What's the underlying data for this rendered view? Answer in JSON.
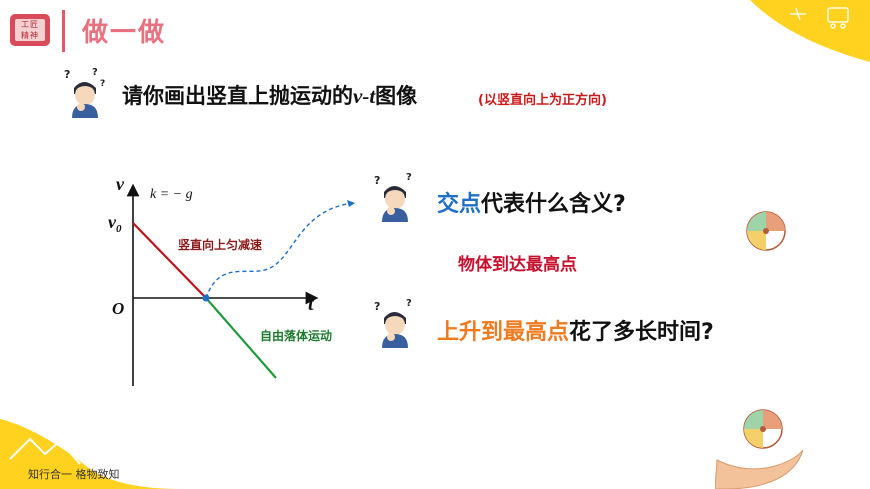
{
  "header": {
    "logo_text": "工匠\n精神",
    "section_title": "做一做"
  },
  "question": {
    "title_prefix": "请你画出竖直上抛运动的",
    "title_vt": "v-t",
    "title_suffix": "图像",
    "note": "(以竖直向上为正方向)"
  },
  "chart_data": {
    "type": "line",
    "x_axis_label": "t",
    "y_axis_label": "v",
    "origin_label": "O",
    "v0_label": "v",
    "v0_sub": "0",
    "slope_label": "k = − g",
    "segments": [
      {
        "name": "竖直向上匀减速",
        "color": "#c0141c"
      },
      {
        "name": "自由落体运动",
        "color": "#1e9a3a"
      }
    ],
    "intersection_color": "#1f6fc4"
  },
  "q1": {
    "highlight": "交点",
    "rest": "代表什么含义?"
  },
  "answer1": "物体到达最高点",
  "q2": {
    "highlight": "上升到最高点",
    "rest": "花了多长时间?"
  },
  "footer": {
    "motto": "知行合一  格物致知"
  },
  "colors": {
    "accent": "#e05a69",
    "yellow": "#ffd21f"
  }
}
